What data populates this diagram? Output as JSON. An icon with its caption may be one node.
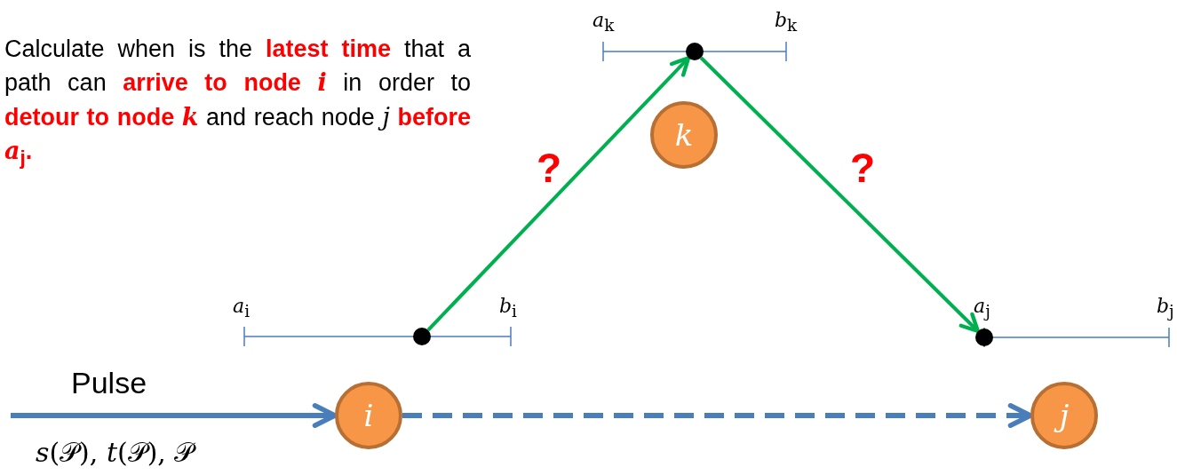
{
  "diagram": {
    "nodes": [
      {
        "text": [
          "i"
        ]
      },
      {
        "text": [
          "j"
        ]
      },
      {
        "text": [
          "k"
        ]
      },
      {
        "text": [],
        "shape": "circle"
      },
      {
        "text": [],
        "shape": "circle"
      },
      {
        "text": [],
        "shape": "circle"
      }
    ],
    "edges": [
      {
        "from": null,
        "to": 0,
        "arrow": "to",
        "label": "Pulse"
      },
      {
        "from": 0,
        "to": 1,
        "arrow": "to",
        "style": "dashed"
      },
      {
        "from": 3,
        "to": 4,
        "arrow": "to",
        "label": "?",
        "color": "#00b050"
      },
      {
        "from": 4,
        "to": 5,
        "arrow": "to",
        "label": "?",
        "color": "#00b050"
      }
    ],
    "labels": [
      "Calculate when is the **latest time** that a path can **arrive to node** *i* in order to **detour to node** *k* and reach node *j* **before *a*$_{j}$.**",
      "*a*$_{k}$",
      "*b*$_{k}$",
      "*a*$_{i}$",
      "*b*$_{i}$",
      "*a*$_{j}$",
      "*b*$_{j}$",
      "*s*(𝒫), *t*(𝒫), 𝒫"
    ]
  }
}
